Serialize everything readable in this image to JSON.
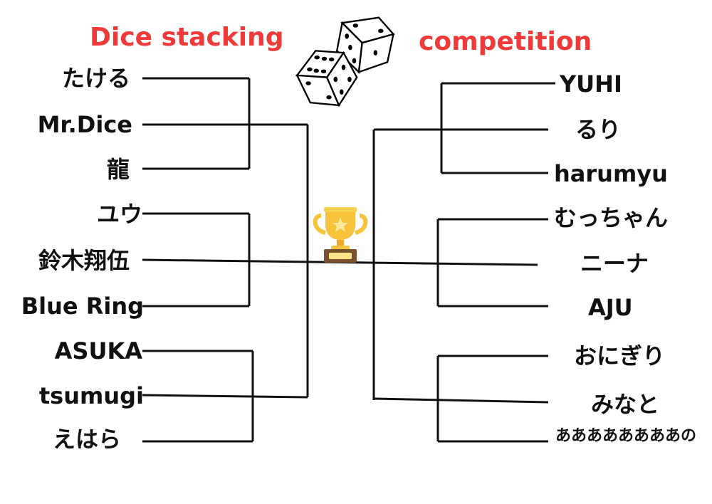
{
  "title_left": "Dice stacking",
  "title_right": "competition",
  "left_players": [
    "たける",
    "Mr.Dice",
    "龍",
    "ユウ",
    "鈴木翔伍",
    "Blue Ring",
    "ASUKA",
    "tsumugi",
    "えはら"
  ],
  "right_players": [
    "YUHI",
    "るり",
    "harumyu",
    "むっちゃん",
    "ニーナ",
    "AJU",
    "おにぎり",
    "みなと",
    "ああああああああの"
  ],
  "colors": {
    "title": "#f03a3a",
    "lines": "#111111",
    "trophy": "#f7c33a",
    "trophy_base": "#7a5230"
  }
}
